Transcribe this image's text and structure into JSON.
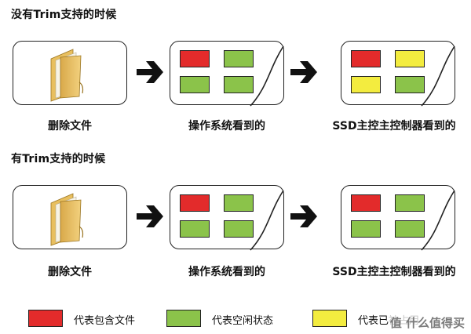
{
  "colors": {
    "used": "#e32b2b",
    "free": "#8bc34a",
    "stale": "#f3ec3f"
  },
  "sections": [
    {
      "title": "没有Trim支持的时候",
      "captions": [
        "删除文件",
        "操作系统看到的",
        "SSD主控主控制器看到的"
      ],
      "os_blocks": [
        "used",
        "free",
        "free",
        "free"
      ],
      "ssd_blocks": [
        "used",
        "stale",
        "stale",
        "free"
      ]
    },
    {
      "title": "有Trim支持的时候",
      "captions": [
        "删除文件",
        "操作系统看到的",
        "SSD主控主控制器看到的"
      ],
      "os_blocks": [
        "used",
        "free",
        "free",
        "free"
      ],
      "ssd_blocks": [
        "used",
        "free",
        "free",
        "free"
      ]
    }
  ],
  "legend": [
    {
      "color_key": "used",
      "label": "代表包含文件"
    },
    {
      "color_key": "free",
      "label": "代表空闲状态"
    },
    {
      "color_key": "stale",
      "label": "代表已被占用"
    }
  ],
  "icons": {
    "file": "folder-file-icon",
    "arrow": "arrow-right-icon"
  },
  "watermark": "值 什么值得买"
}
